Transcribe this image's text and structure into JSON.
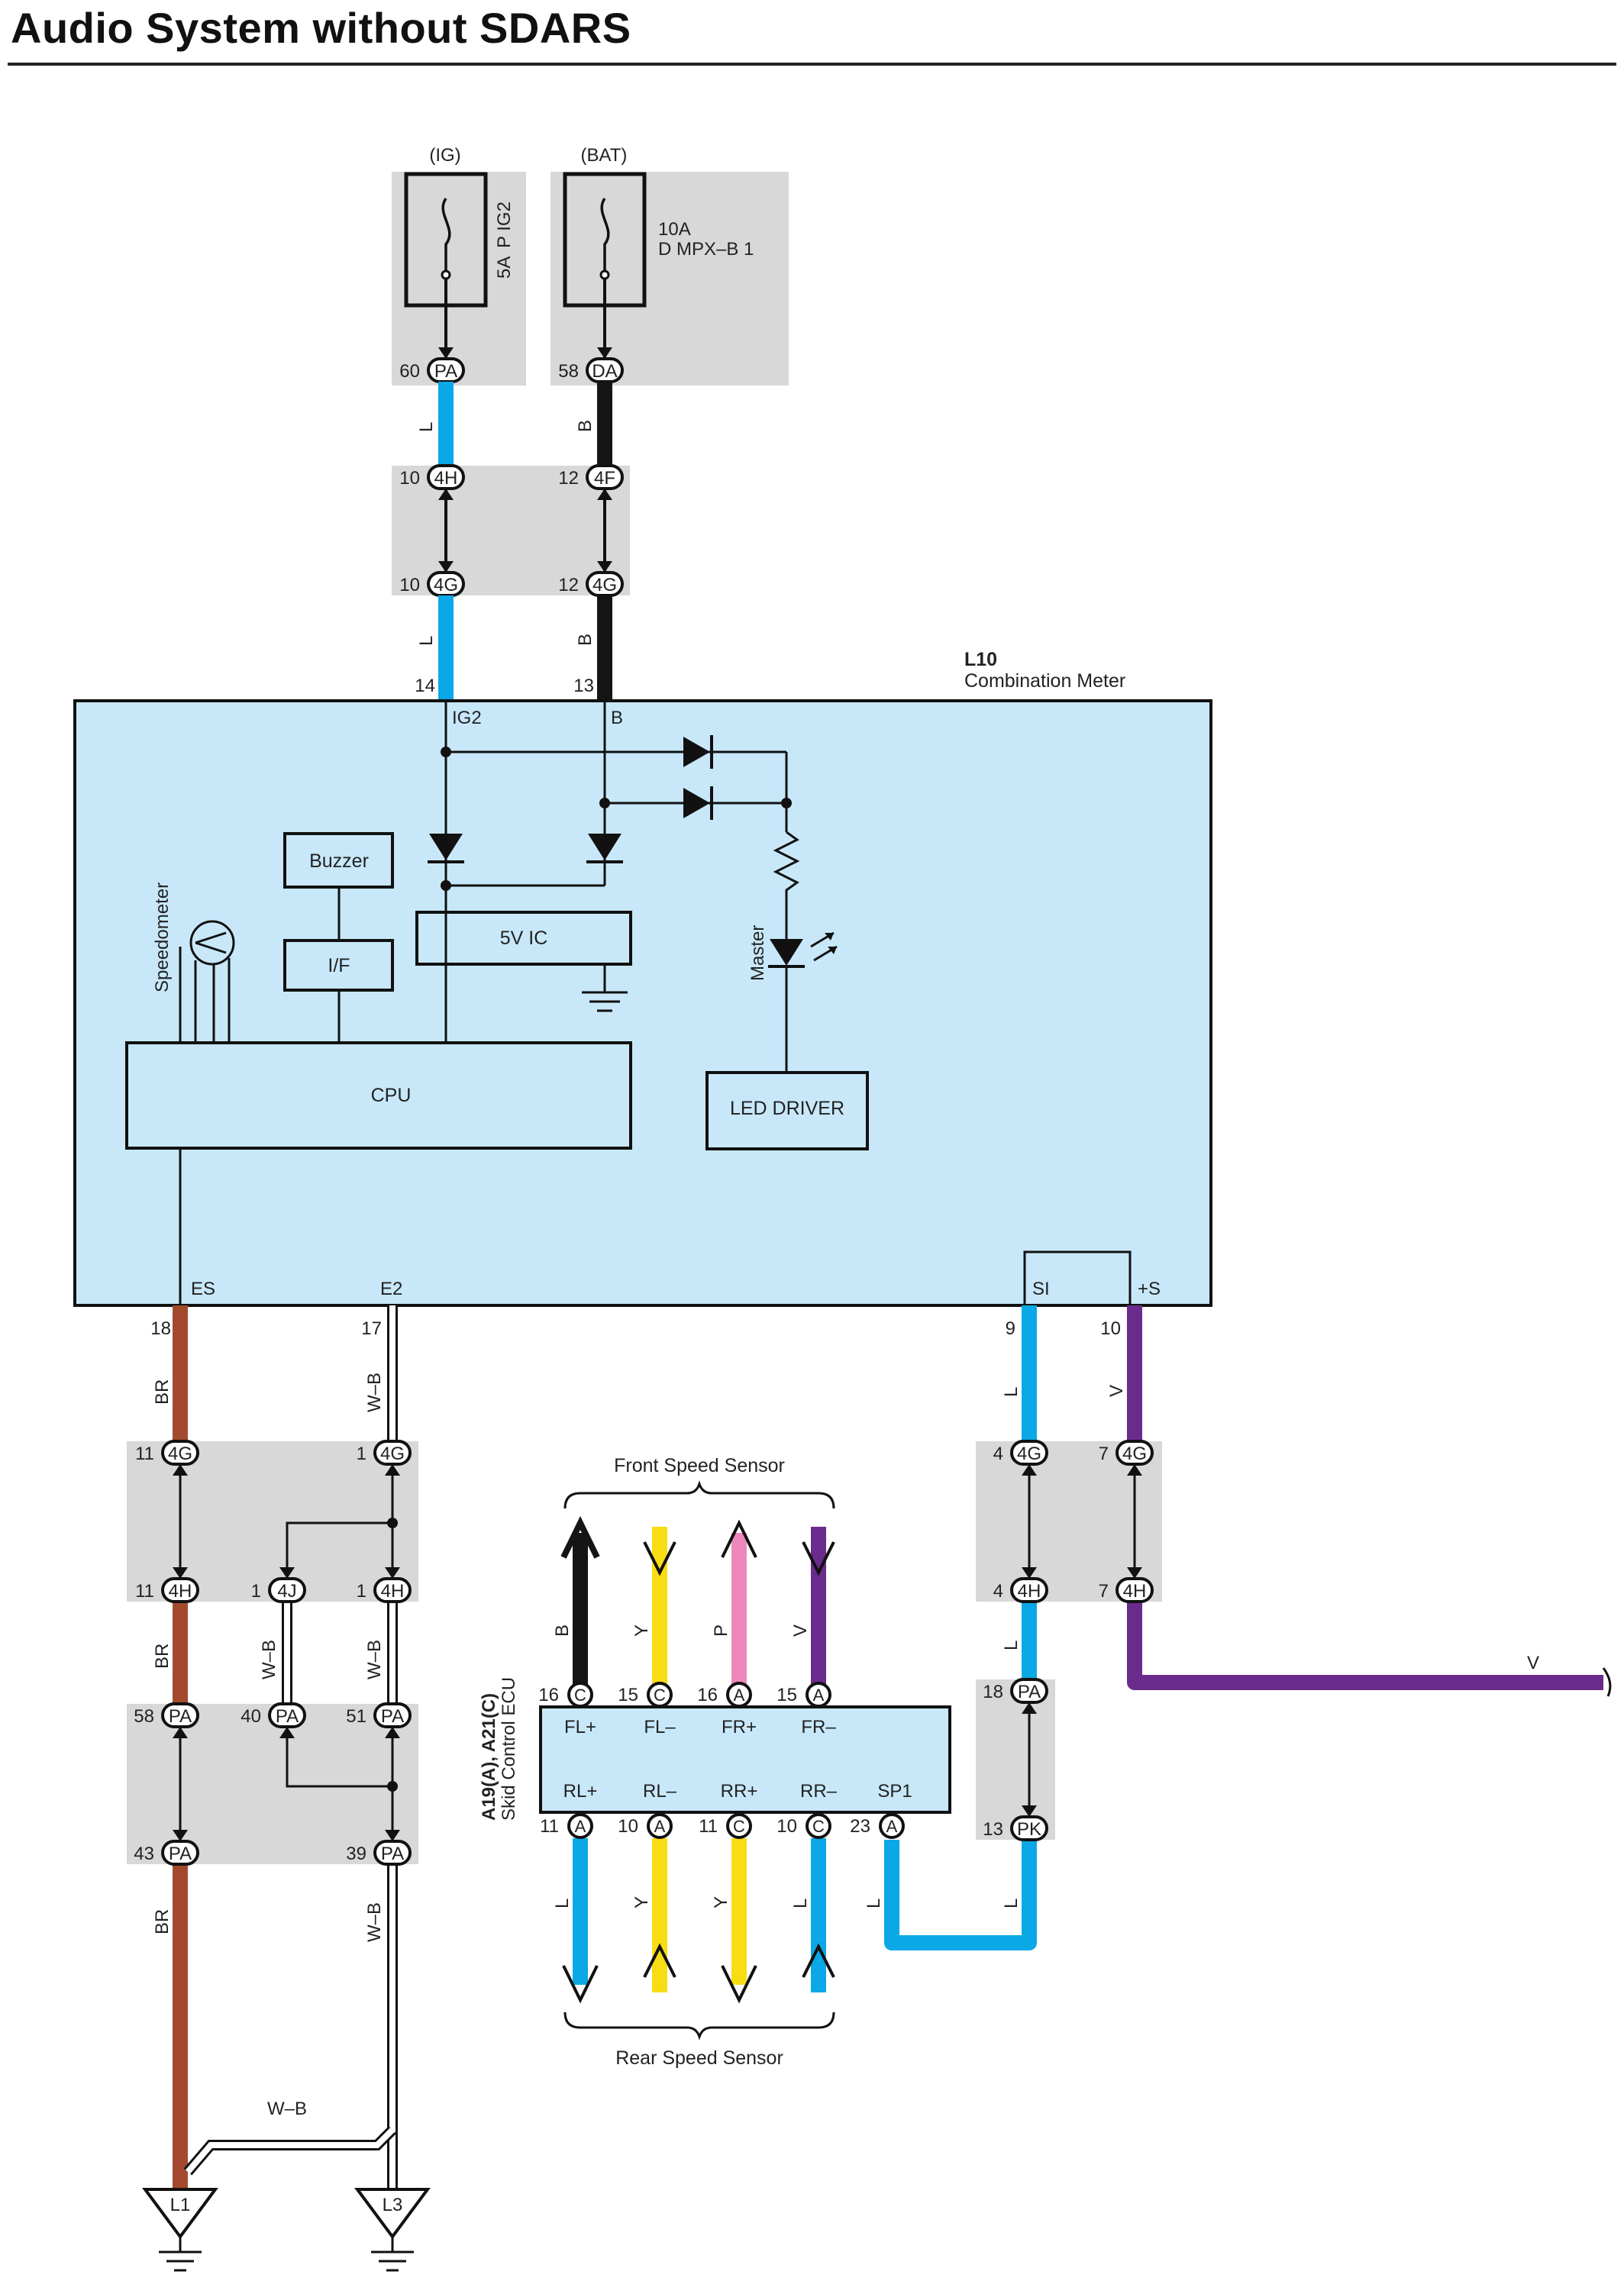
{
  "title": "Audio System without SDARS",
  "colors": {
    "blue": "#0aa8e6",
    "black": "#151515",
    "brown": "#a34a2e",
    "purple": "#6a2c8c",
    "yellow": "#f8dc14",
    "pink": "#ee88bb",
    "white_wire": "#ffffff",
    "meter_fill": "#c8e8fa",
    "gray_box": "#d8d8d8"
  },
  "fuses": {
    "ig_label": "(IG)",
    "bat_label": "(BAT)",
    "ig_fuse_amp": "5A",
    "ig_fuse_name": "P IG2",
    "bat_fuse_amp": "10A",
    "bat_fuse_name": "D MPX–B 1"
  },
  "connectors": {
    "c60": {
      "pin": "60",
      "name": "PA"
    },
    "c58": {
      "pin": "58",
      "name": "DA"
    },
    "c10_4h": {
      "pin": "10",
      "name": "4H"
    },
    "c12_4f": {
      "pin": "12",
      "name": "4F"
    },
    "c10_4g": {
      "pin": "10",
      "name": "4G"
    },
    "c12_4g": {
      "pin": "12",
      "name": "4G"
    },
    "c11_4g": {
      "pin": "11",
      "name": "4G"
    },
    "c1_4g": {
      "pin": "1",
      "name": "4G"
    },
    "c11_4h": {
      "pin": "11",
      "name": "4H"
    },
    "c1_4j": {
      "pin": "1",
      "name": "4J"
    },
    "c1_4h": {
      "pin": "1",
      "name": "4H"
    },
    "c58_pa": {
      "pin": "58",
      "name": "PA"
    },
    "c40_pa": {
      "pin": "40",
      "name": "PA"
    },
    "c51_pa": {
      "pin": "51",
      "name": "PA"
    },
    "c43_pa": {
      "pin": "43",
      "name": "PA"
    },
    "c39_pa": {
      "pin": "39",
      "name": "PA"
    },
    "c4_4g": {
      "pin": "4",
      "name": "4G"
    },
    "c7_4g": {
      "pin": "7",
      "name": "4G"
    },
    "c4_4h": {
      "pin": "4",
      "name": "4H"
    },
    "c7_4h": {
      "pin": "7",
      "name": "4H"
    },
    "c18_pa": {
      "pin": "18",
      "name": "PA"
    },
    "c13_pk": {
      "pin": "13",
      "name": "PK"
    }
  },
  "wire_codes": {
    "l": "L",
    "b": "B",
    "br": "BR",
    "wb": "W–B",
    "v": "V",
    "y": "Y",
    "p": "P"
  },
  "meter": {
    "code": "L10",
    "name": "Combination Meter",
    "pin_14": "14",
    "pin_13": "13",
    "ig2": "IG2",
    "b": "B",
    "buzzer": "Buzzer",
    "if": "I/F",
    "five_v_ic": "5V IC",
    "cpu": "CPU",
    "led_driver": "LED DRIVER",
    "speedometer": "Speedometer",
    "master": "Master",
    "es": "ES",
    "e2": "E2",
    "si": "SI",
    "plus_s": "+S",
    "pin_18": "18",
    "pin_17": "17",
    "pin_9": "9",
    "pin_10": "10"
  },
  "ecu": {
    "code": "A19(A), A21(C)",
    "name": "Skid Control ECU",
    "front_label": "Front Speed Sensor",
    "rear_label": "Rear Speed Sensor",
    "top_pins": [
      {
        "num": "16",
        "conn": "C",
        "label": "FL+"
      },
      {
        "num": "15",
        "conn": "C",
        "label": "FL–"
      },
      {
        "num": "16",
        "conn": "A",
        "label": "FR+"
      },
      {
        "num": "15",
        "conn": "A",
        "label": "FR–"
      }
    ],
    "bottom_pins": [
      {
        "num": "11",
        "conn": "A",
        "label": "RL+"
      },
      {
        "num": "10",
        "conn": "A",
        "label": "RL–"
      },
      {
        "num": "11",
        "conn": "C",
        "label": "RR+"
      },
      {
        "num": "10",
        "conn": "C",
        "label": "RR–"
      },
      {
        "num": "23",
        "conn": "A",
        "label": "SP1"
      }
    ]
  },
  "grounds": {
    "l1": "L1",
    "l3": "L3"
  }
}
